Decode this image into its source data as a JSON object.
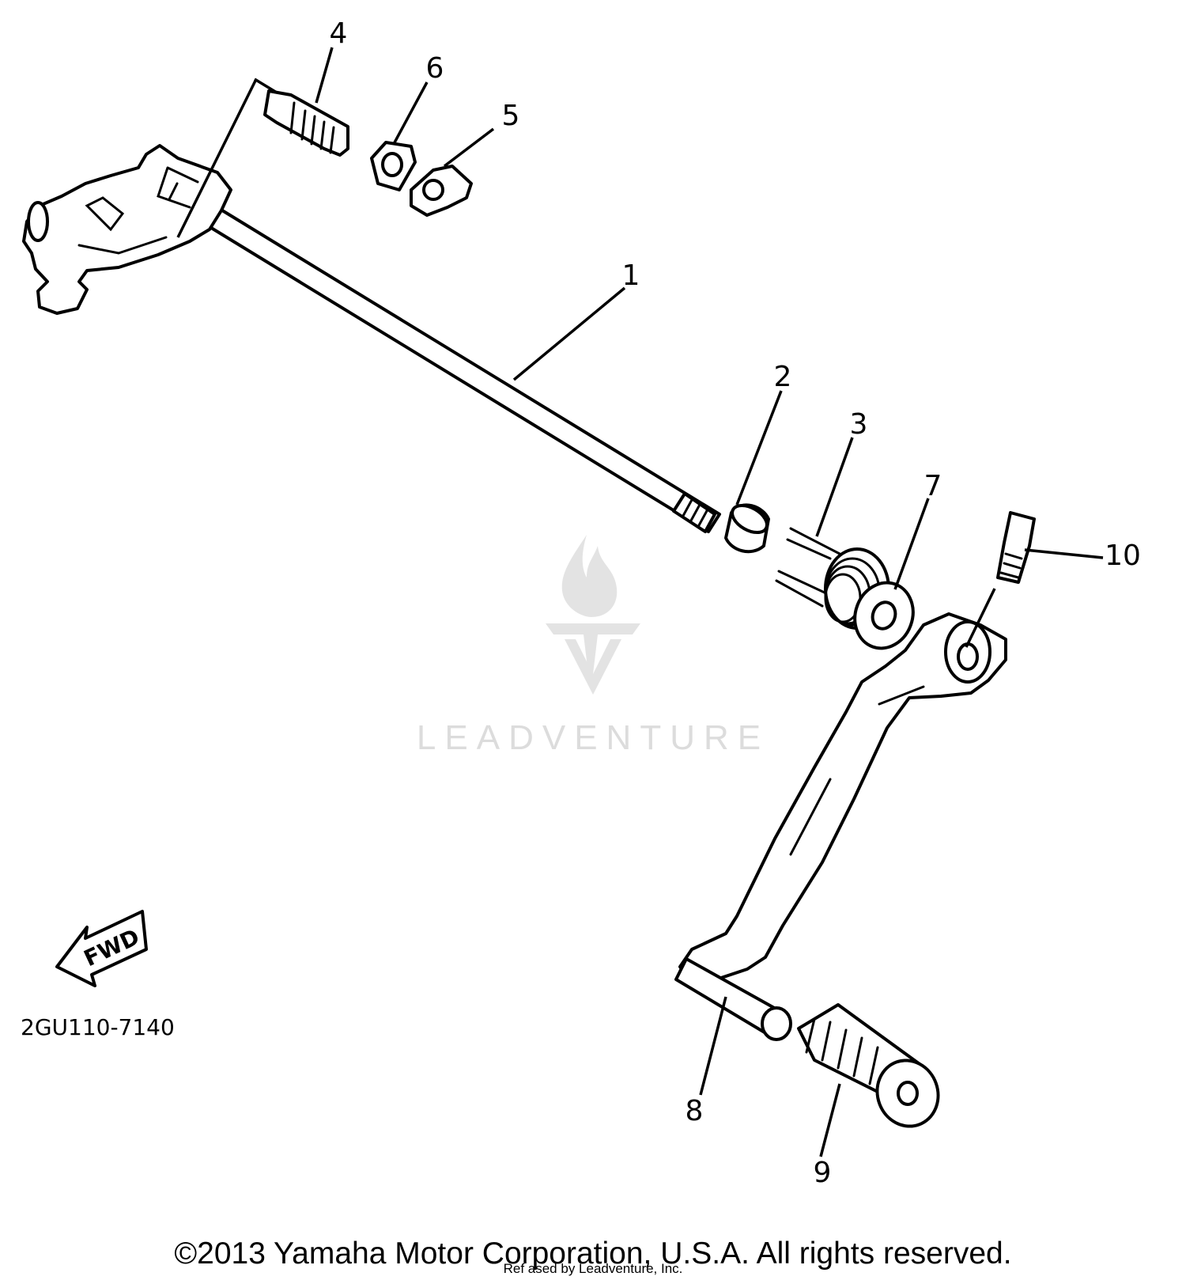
{
  "callouts": {
    "c1": "1",
    "c2": "2",
    "c3": "3",
    "c4": "4",
    "c5": "5",
    "c6": "6",
    "c7": "7",
    "c8": "8",
    "c9": "9",
    "c10": "10"
  },
  "fwd_label": "FWD",
  "diagram_code": "2GU110-7140",
  "watermark": "LEADVENTURE",
  "copyright": "©2013 Yamaha Motor Corporation, U.S.A. All rights reserved.",
  "credit": "Ref ased by Leadventure, Inc."
}
